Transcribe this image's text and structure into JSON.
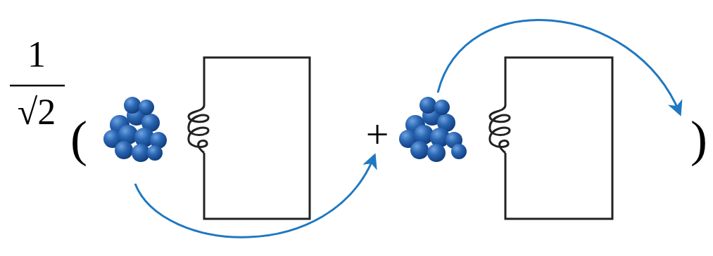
{
  "diagram": {
    "labels": [
      "1",
      "√2",
      "(",
      "+",
      ")"
    ]
  }
}
